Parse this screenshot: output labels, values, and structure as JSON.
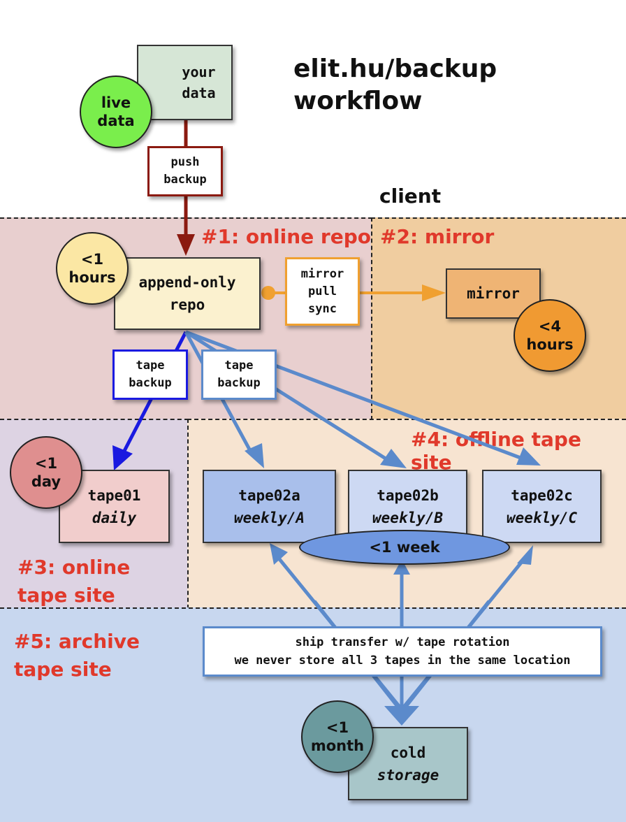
{
  "title": {
    "line1": "elit.hu/backup",
    "line2": "workflow"
  },
  "client_label": "client",
  "zones": {
    "online_repo": "#1: online repo",
    "mirror": "#2: mirror",
    "online_tape_line1": "#3: online",
    "online_tape_line2": "tape site",
    "offline_tape": "#4: offline tape site",
    "archive_line1": "#5: archive",
    "archive_line2": "tape site"
  },
  "nodes": {
    "your_data": {
      "line1": "your",
      "line2": "data"
    },
    "live_data": {
      "line1": "live",
      "line2": "data"
    },
    "push_backup": {
      "line1": "push",
      "line2": "backup"
    },
    "repo": {
      "line1": "append-only",
      "line2": "repo"
    },
    "repo_time": {
      "line1": "<1",
      "line2": "hours"
    },
    "mirror_sync": {
      "line1": "mirror",
      "line2": "pull",
      "line3": "sync"
    },
    "mirror": {
      "label": "mirror"
    },
    "mirror_time": {
      "line1": "<4",
      "line2": "hours"
    },
    "tape_backup_1": {
      "line1": "tape",
      "line2": "backup"
    },
    "tape_backup_2": {
      "line1": "tape",
      "line2": "backup"
    },
    "tape01": {
      "line1": "tape01",
      "line2": "daily"
    },
    "tape01_time": {
      "line1": "<1",
      "line2": "day"
    },
    "tape02a": {
      "line1": "tape02a",
      "line2": "weekly/A"
    },
    "tape02b": {
      "line1": "tape02b",
      "line2": "weekly/B"
    },
    "tape02c": {
      "line1": "tape02c",
      "line2": "weekly/C"
    },
    "week": "<1 week",
    "ship": {
      "line1": "ship transfer w/ tape rotation",
      "line2": "we never store all 3 tapes in the same location"
    },
    "cold": {
      "line1": "cold",
      "line2": "storage"
    },
    "cold_time": {
      "line1": "<1",
      "line2": "month"
    }
  },
  "colors": {
    "online_repo_zone": "#e8cfcf",
    "mirror_zone": "#f0cda0",
    "online_tape_zone": "#ddd3e3",
    "offline_tape_zone": "#f7e4d1",
    "archive_zone": "#c8d7ef",
    "push_arrow": "#8b1a10",
    "mirror_arrow": "#f0a030",
    "daily_arrow": "#1a1ae0",
    "weekly_arrow": "#5b8acb"
  }
}
